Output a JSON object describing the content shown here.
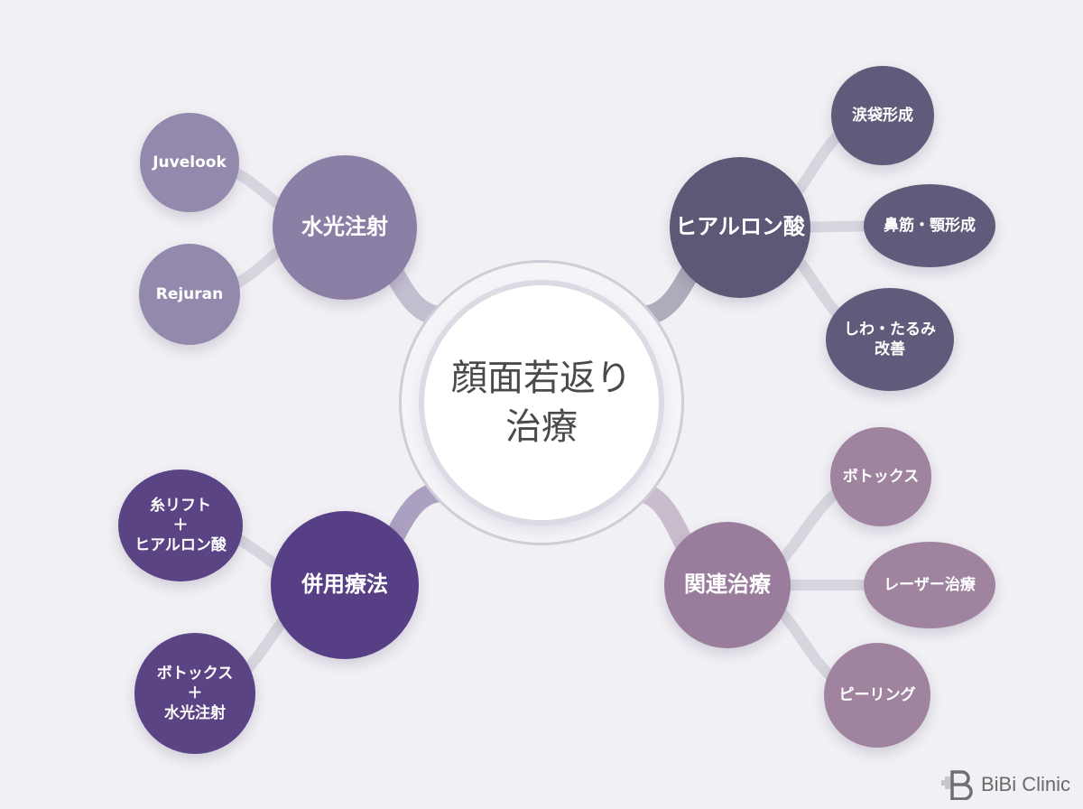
{
  "center": {
    "label": "顔面若返り\n治療"
  },
  "branches": [
    {
      "key": "water",
      "label": "水光注射",
      "color": "#8b7fa5",
      "children": [
        {
          "label": "Juvelook",
          "color": "#9389ad"
        },
        {
          "label": "Rejuran",
          "color": "#9389ad"
        }
      ]
    },
    {
      "key": "hyaluronic",
      "label": "ヒアルロン酸",
      "color": "#5f5776",
      "children": [
        {
          "label": "涙袋形成",
          "color": "#625a7a"
        },
        {
          "label": "鼻筋・顎形成",
          "color": "#625a7a"
        },
        {
          "label": "しわ・たるみ\n改善",
          "color": "#625a7a"
        }
      ]
    },
    {
      "key": "combined",
      "label": "併用療法",
      "color": "#573f86",
      "children": [
        {
          "label": "糸リフト\n＋\nヒアルロン酸",
          "color": "#5a4484"
        },
        {
          "label": "ボトックス\n＋\n水光注射",
          "color": "#5a4484"
        }
      ]
    },
    {
      "key": "related",
      "label": "関連治療",
      "color": "#9a7c9c",
      "children": [
        {
          "label": "ボトックス",
          "color": "#a0849f"
        },
        {
          "label": "レーザー治療",
          "color": "#a0849f"
        },
        {
          "label": "ピーリング",
          "color": "#a0849f"
        }
      ]
    }
  ],
  "logo": {
    "text": "BiBi Clinic",
    "icon": "bibi-clinic-logo-icon"
  }
}
